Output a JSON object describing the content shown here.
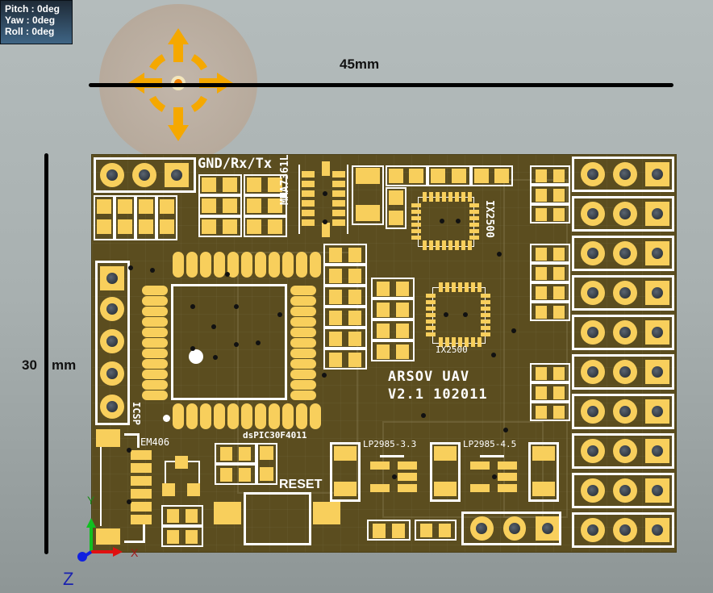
{
  "hud": {
    "pitch": "Pitch : 0deg",
    "yaw": "Yaw : 0deg",
    "roll": "Roll : 0deg"
  },
  "dimensions": {
    "width_label": "45mm",
    "height_label_value": "30",
    "height_label_unit": "mm"
  },
  "silkscreen": {
    "serial_header": "GND/Rx/Tx",
    "accel": "MMA7361L",
    "gyro1": "IX2500",
    "gyro2": "IX2500",
    "title_line1": "ARSOV UAV",
    "title_line2": "V2.1 102011",
    "icsp": "ICSP",
    "gps": "EM406",
    "mcu": "dsPIC30F4011",
    "reset": "RESET",
    "reg1": "LP2985-3.3",
    "reg2": "LP2985-4.5"
  },
  "axes": {
    "x": "X",
    "y": "Y",
    "z": "Z"
  },
  "colors": {
    "board": "#5b4d1f",
    "pad": "#f8cf5c",
    "silk": "#ffffff",
    "compass_arrow": "#f5a800",
    "axis_x": "#e01010",
    "axis_y": "#10c020",
    "axis_z": "#1020e0"
  }
}
